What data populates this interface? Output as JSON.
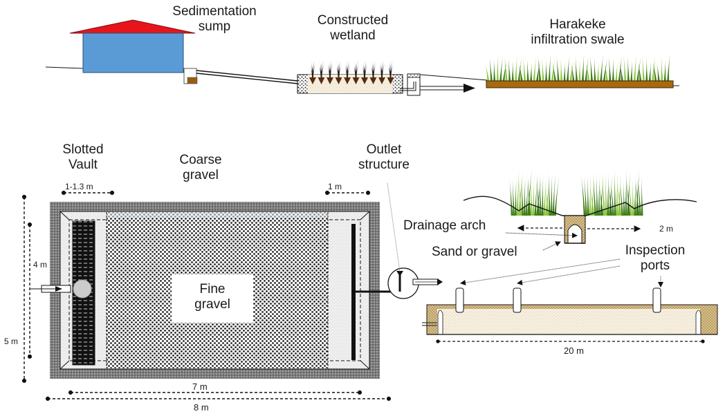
{
  "colors": {
    "roof": "#e8141c",
    "house": "#5b9bd5",
    "sediment": "#9a5c12",
    "swale_soil": "#a86a10",
    "grass_dark": "#3f7d1a",
    "grass_light": "#8cc43c",
    "wetland_root": "#5a2a10",
    "gravel_border": "#8a8a8a",
    "vault_dark": "#111111",
    "sand": "#d9c08a",
    "line": "#111111"
  },
  "top_section": {
    "labels": {
      "sedimentation_sump": [
        "Sedimentation",
        "sump"
      ],
      "constructed_wetland": [
        "Constructed",
        "wetland"
      ],
      "harakeke_swale": [
        "Harakeke",
        "infiltration swale"
      ]
    }
  },
  "plan_view": {
    "labels": {
      "slotted_vault": [
        "Slotted",
        "Vault"
      ],
      "coarse_gravel": [
        "Coarse",
        "gravel"
      ],
      "outlet_structure": [
        "Outlet",
        "structure"
      ],
      "fine_gravel": [
        "Fine",
        "gravel"
      ]
    },
    "dimensions": {
      "vault_width": "1-1.3  m",
      "outlet_width": "1 m",
      "inner_height": "4 m",
      "outer_height": "5 m",
      "inner_length": "7  m",
      "outer_length": "8 m"
    }
  },
  "swale_section": {
    "labels": {
      "drainage_arch": "Drainage arch",
      "sand_or_gravel": "Sand or gravel",
      "inspection_ports": [
        "Inspection",
        "ports"
      ]
    },
    "dimensions": {
      "arch_spacing": "2 m",
      "swale_length": "20 m"
    },
    "inspection_port_count": 3
  }
}
